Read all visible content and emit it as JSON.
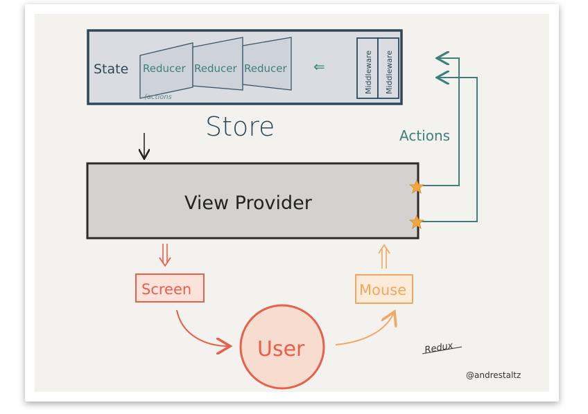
{
  "store": {
    "state_label": "State",
    "reducers": [
      "Reducer",
      "Reducer",
      "Reducer"
    ],
    "actions_small_label": "(actions",
    "middlewares": [
      "Middleware",
      "Middleware"
    ],
    "arrow_glyph": "⇐",
    "title": "Store"
  },
  "actions_label": "Actions",
  "view_provider_label": "View Provider",
  "screen_label": "Screen",
  "mouse_label": "Mouse",
  "user_label": "User",
  "signature": "Redux",
  "author": "@andrestaltz",
  "colors": {
    "store_fill": "#d9dde1",
    "store_stroke": "#2f4858",
    "teal": "#3f7f7a",
    "view_fill": "#d3d2d0",
    "view_stroke": "#2b2b2b",
    "orange_red": "#e8604a",
    "orange_light": "#f0a860",
    "star": "#f2a640",
    "user_fill": "#f7dcd0"
  }
}
